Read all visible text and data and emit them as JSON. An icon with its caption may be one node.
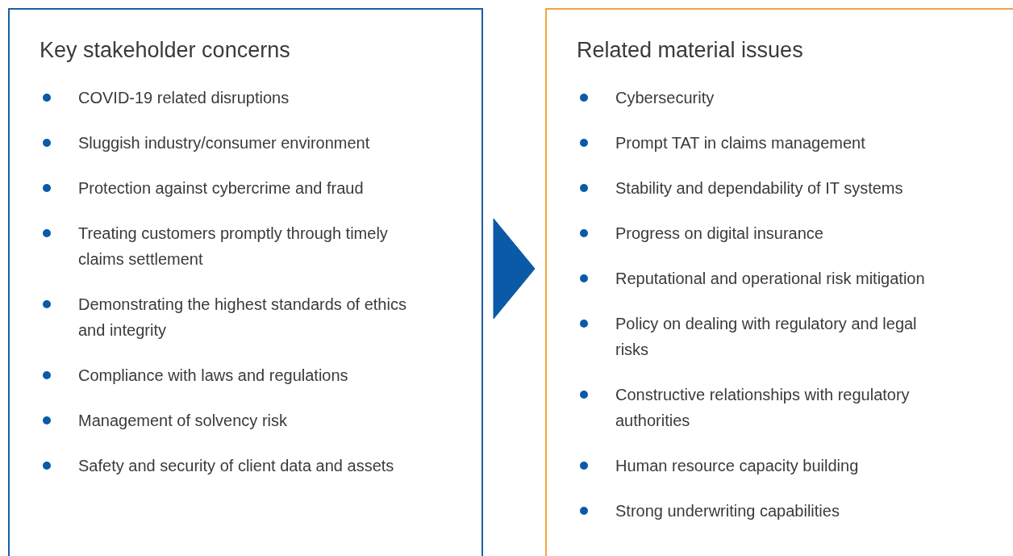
{
  "diagram": {
    "nodes": [
      {
        "text": [
          "Key stakeholder concerns",
          "COVID-19 related disruptions",
          "Sluggish industry/consumer environment",
          "Protection against cybercrime and fraud",
          "Treating customers promptly through timely claims settlement",
          "Demonstrating the highest standards of ethics and integrity",
          "Compliance with laws and regulations",
          "Management of solvency risk",
          "Safety and security of client data and assets"
        ]
      },
      {
        "text": [
          "Related material issues",
          "Cybersecurity",
          "Prompt TAT in claims management",
          "Stability and dependability of IT systems",
          "Progress on digital insurance",
          "Reputational and operational risk mitigation",
          "Policy on dealing with regulatory and legal risks",
          "Constructive relationships with regulatory authorities",
          "Human resource capacity building",
          "Strong underwriting capabilities"
        ]
      }
    ],
    "edges": [
      {
        "from": 0,
        "to": 1,
        "arrow": "to"
      }
    ]
  }
}
